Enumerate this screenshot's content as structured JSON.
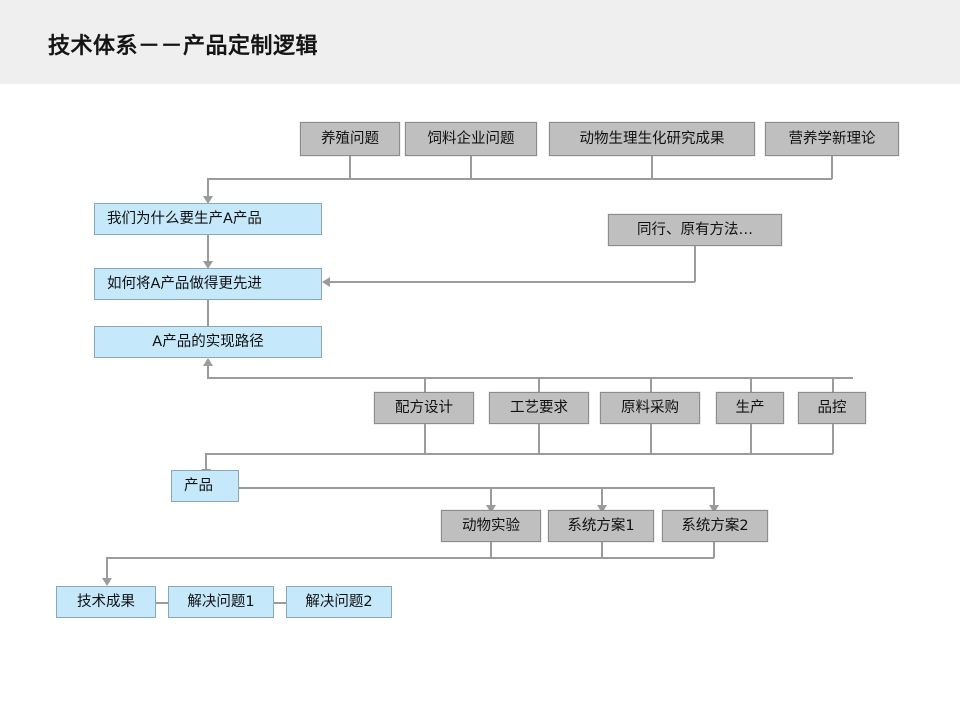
{
  "slide": {
    "title": "技术体系－－产品定制逻辑",
    "colors": {
      "title_band": "#efefef",
      "gray_fill": "#bfbfbf",
      "gray_border": "#8c8c8c",
      "blue_fill": "#c5e9fb",
      "blue_border": "#8aa7b5",
      "connector": "#9b9b9b",
      "background": "#ffffff"
    }
  },
  "nodes": {
    "inputs": [
      {
        "label": "养殖问题"
      },
      {
        "label": "饲料企业问题"
      },
      {
        "label": "动物生理生化研究成果"
      },
      {
        "label": "营养学新理论"
      }
    ],
    "questions": [
      {
        "label": "我们为什么要生产A产品"
      },
      {
        "label": "如何将A产品做得更先进"
      },
      {
        "label": "A产品的实现路径"
      }
    ],
    "reference": {
      "label": "同行、原有方法…"
    },
    "process": [
      {
        "label": "配方设计"
      },
      {
        "label": "工艺要求"
      },
      {
        "label": "原料采购"
      },
      {
        "label": "生产"
      },
      {
        "label": "品控"
      }
    ],
    "product": {
      "label": "产品"
    },
    "validation": [
      {
        "label": "动物实验"
      },
      {
        "label": "系统方案1"
      },
      {
        "label": "系统方案2"
      }
    ],
    "outcomes": [
      {
        "label": "技术成果"
      },
      {
        "label": "解决问题1"
      },
      {
        "label": "解决问题2"
      }
    ]
  }
}
